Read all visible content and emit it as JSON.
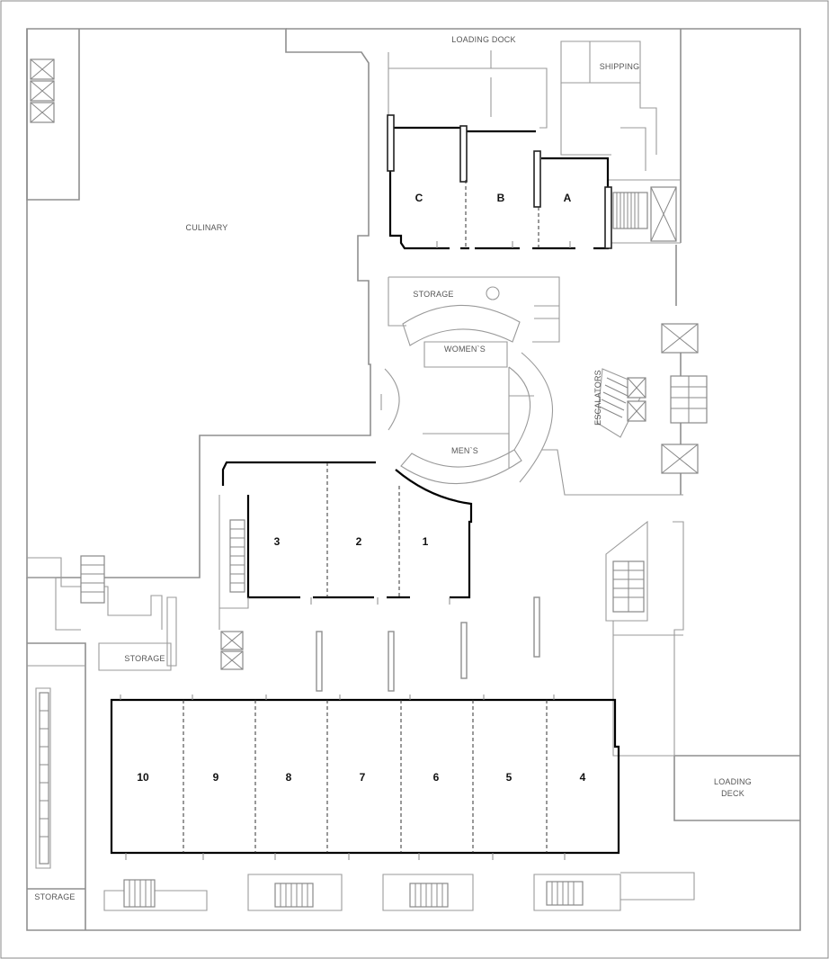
{
  "labels": {
    "loading_dock_top": "LOADING DOCK",
    "shipping": "SHIPPING",
    "culinary": "CULINARY",
    "storage_upper": "STORAGE",
    "womens": "WOMEN`S",
    "mens": "MEN`S",
    "escalators": "ESCALATORS",
    "storage_mid": "STORAGE",
    "storage_bottom": "STORAGE",
    "loading_deck_line1": "LOADING",
    "loading_deck_line2": "DECK"
  },
  "rooms_upper": [
    "C",
    "B",
    "A"
  ],
  "rooms_mid": [
    "3",
    "2",
    "1"
  ],
  "rooms_lower": [
    "10",
    "9",
    "8",
    "7",
    "6",
    "5",
    "4"
  ],
  "colors": {
    "room_outline": "#000000",
    "wall": "#8f8f8f",
    "label": "#555555"
  }
}
